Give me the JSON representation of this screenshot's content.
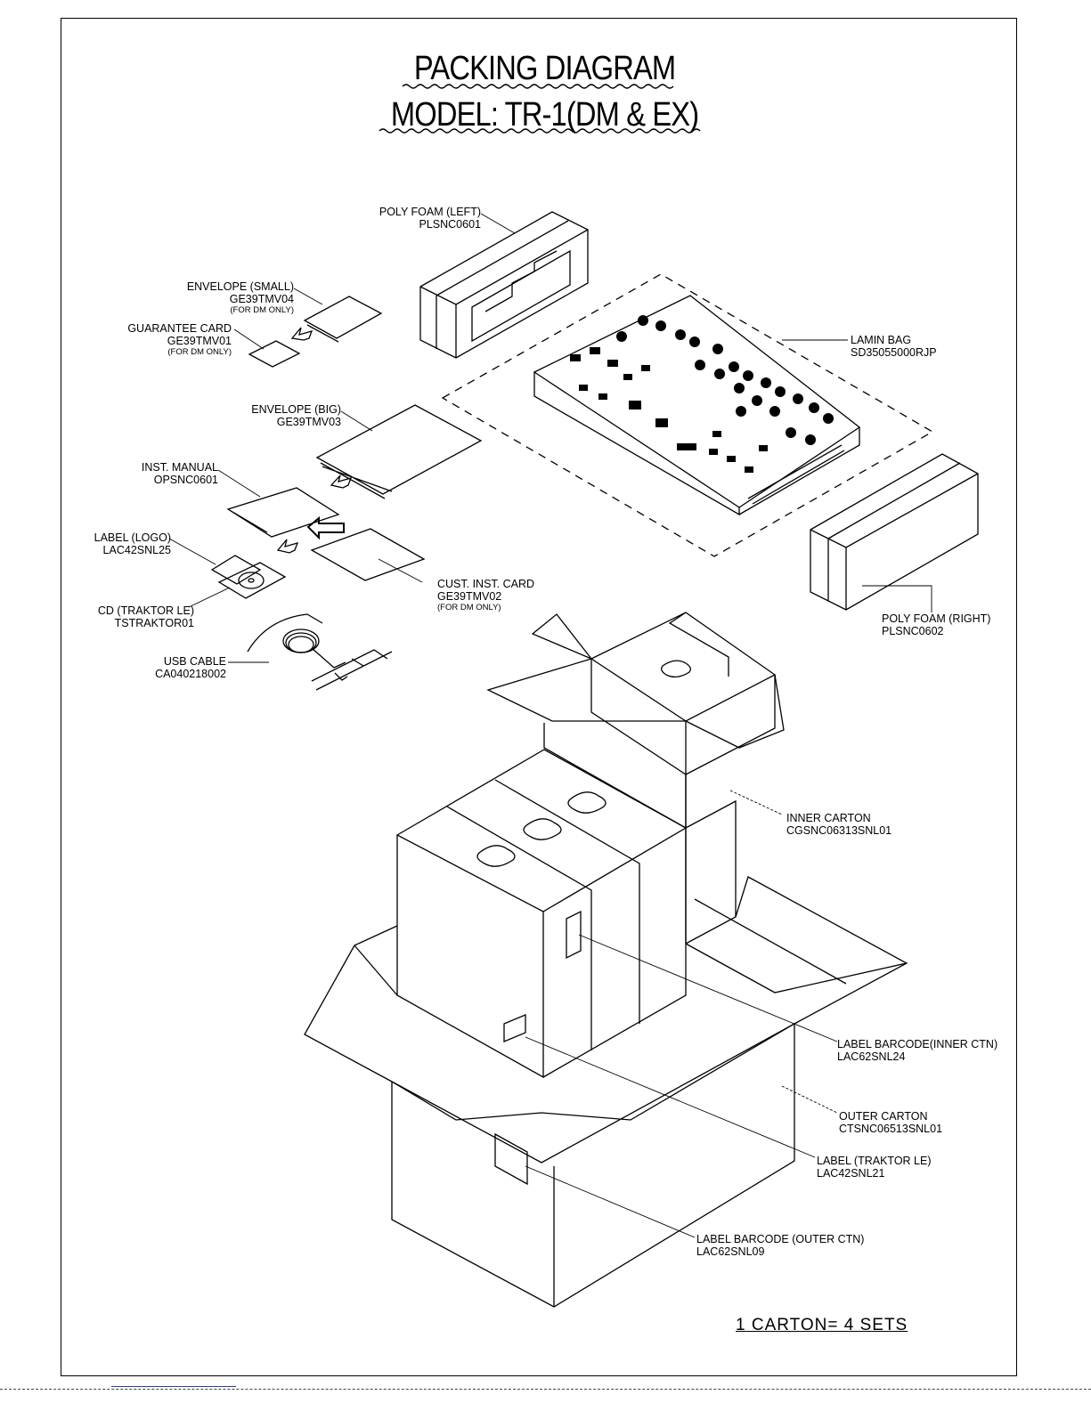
{
  "title": {
    "line1": "PACKING DIAGRAM",
    "line2": "MODEL: TR-1(DM & EX)"
  },
  "labels": {
    "poly_foam_left": {
      "name": "POLY FOAM (LEFT)",
      "code": "PLSNC0601"
    },
    "envelope_small": {
      "name": "ENVELOPE (SMALL)",
      "code": "GE39TMV04",
      "note": "(FOR DM ONLY)"
    },
    "guarantee_card": {
      "name": "GUARANTEE CARD",
      "code": "GE39TMV01",
      "note": "(FOR DM ONLY)"
    },
    "envelope_big": {
      "name": "ENVELOPE (BIG)",
      "code": "GE39TMV03"
    },
    "inst_manual": {
      "name": "INST. MANUAL",
      "code": "OPSNC0601"
    },
    "label_logo": {
      "name": "LABEL (LOGO)",
      "code": "LAC42SNL25"
    },
    "cust_inst_card": {
      "name": "CUST. INST. CARD",
      "code": "GE39TMV02",
      "note": "(FOR DM ONLY)"
    },
    "cd_traktor": {
      "name": "CD (TRAKTOR LE)",
      "code": "TSTRAKTOR01"
    },
    "usb_cable": {
      "name": "USB CABLE",
      "code": "CA040218002"
    },
    "lamin_bag": {
      "name": "LAMIN BAG",
      "code": "SD35055000RJP"
    },
    "poly_foam_right": {
      "name": "POLY FOAM (RIGHT)",
      "code": "PLSNC0602"
    },
    "inner_carton": {
      "name": "INNER CARTON",
      "code": "CGSNC06313SNL01"
    },
    "label_barcode_inner": {
      "name": "LABEL BARCODE(INNER CTN)",
      "code": "LAC62SNL24"
    },
    "outer_carton": {
      "name": "OUTER CARTON",
      "code": "CTSNC06513SNL01"
    },
    "label_traktor": {
      "name": "LABEL (TRAKTOR LE)",
      "code": "LAC42SNL21"
    },
    "label_barcode_outer": {
      "name": "LABEL BARCODE (OUTER CTN)",
      "code": "LAC62SNL09"
    }
  },
  "footer": {
    "carton_note": "1 CARTON= 4 SETS"
  }
}
